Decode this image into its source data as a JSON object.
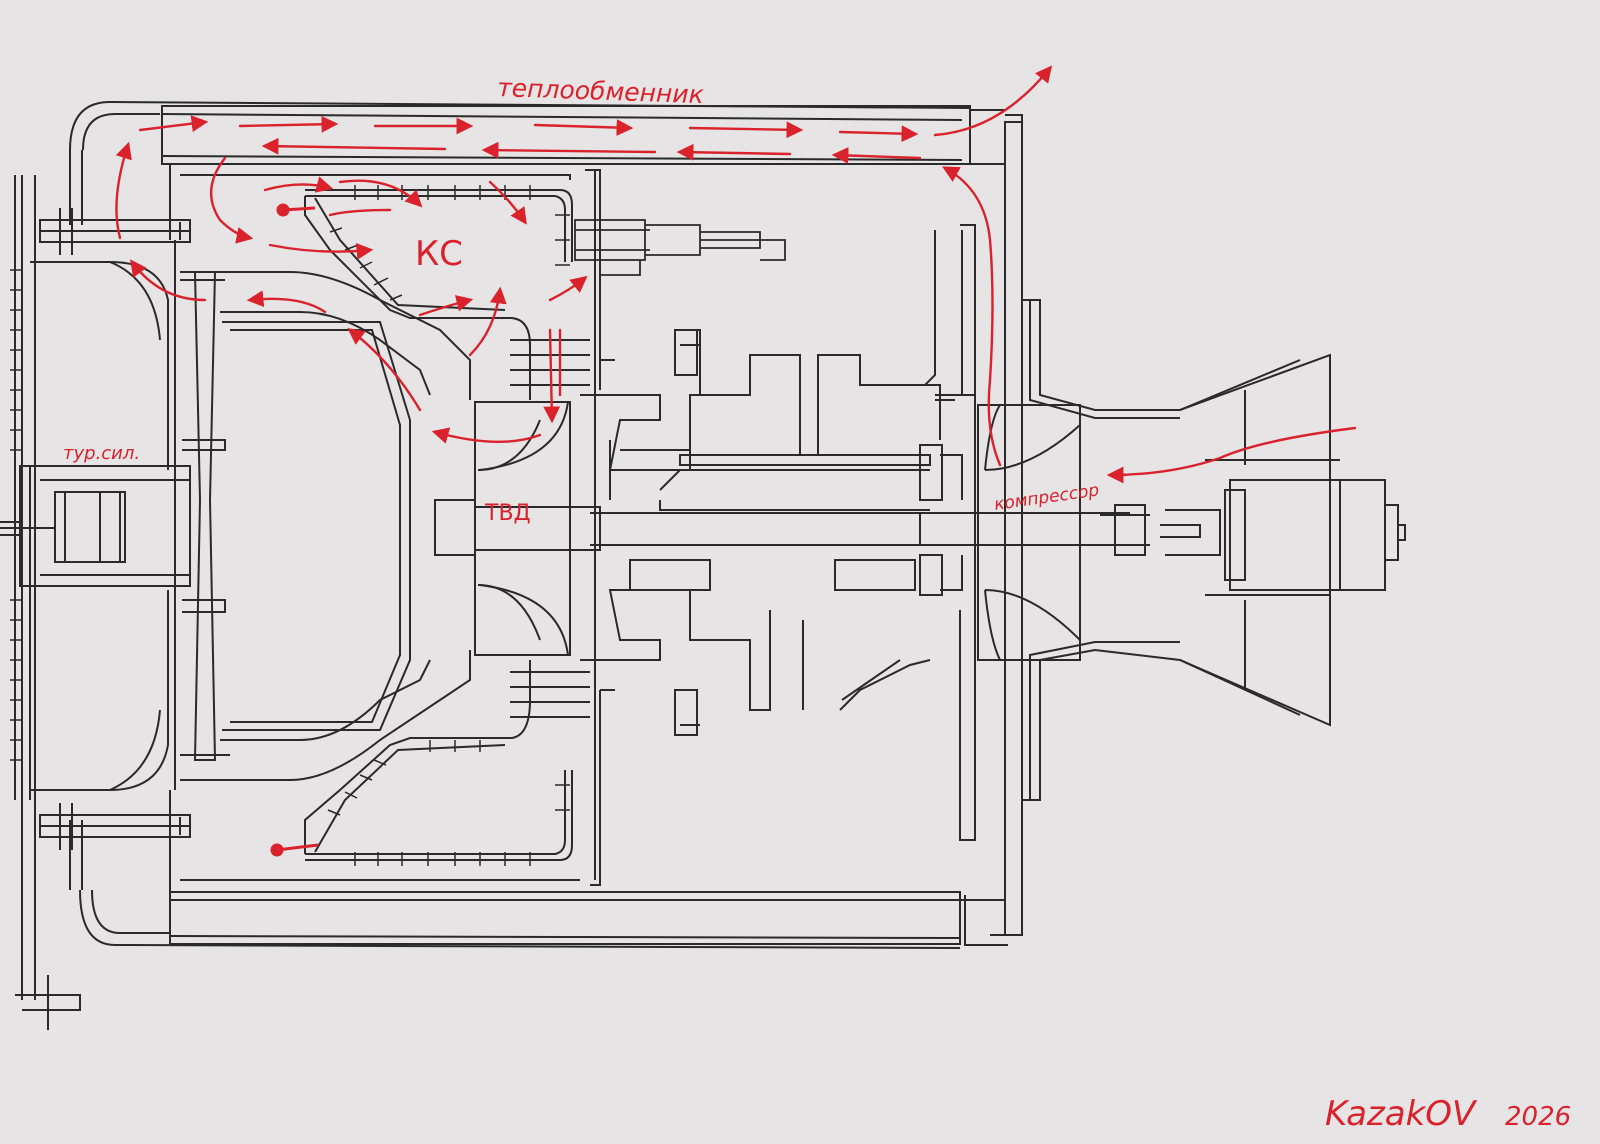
{
  "labels": {
    "heat_exchanger": "теплообменник",
    "combustion_chamber": "КС",
    "hp_turbine": "ТВД",
    "power_turbine": "тур.сил.",
    "compressor": "компрессор",
    "signature": "KazakOV",
    "year": "2026"
  },
  "colors": {
    "ink": "#2a2a2a",
    "annotation": "#d9222c",
    "paper": "#e6e4e5"
  }
}
